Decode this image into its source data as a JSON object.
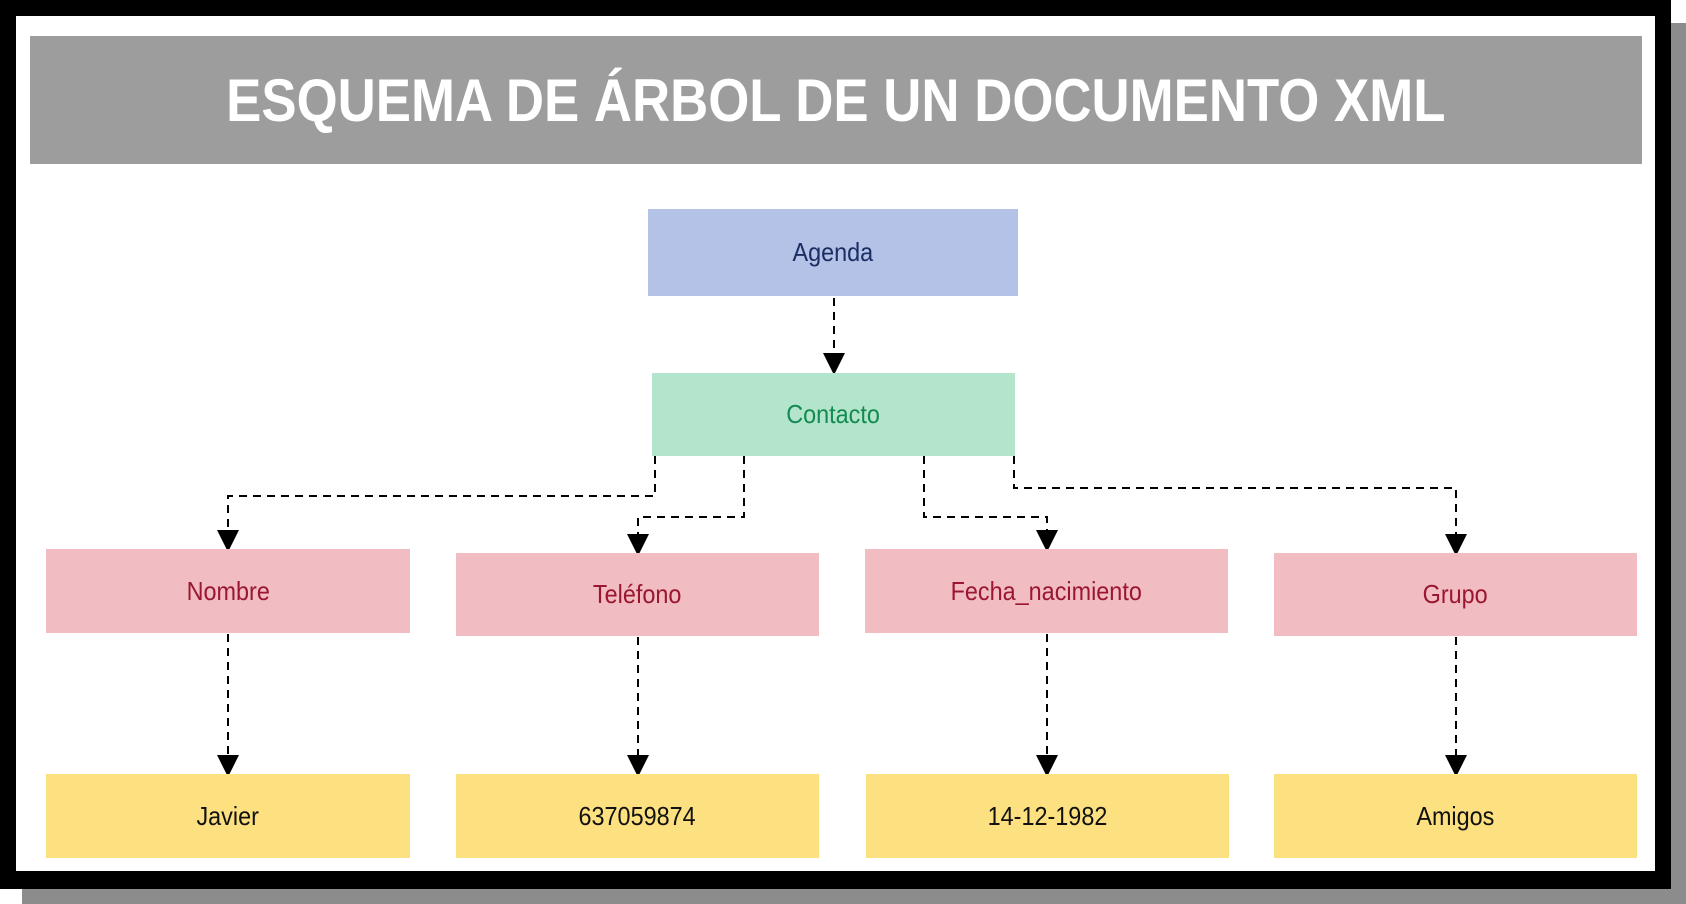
{
  "title": "ESQUEMA DE ÁRBOL DE UN DOCUMENTO XML",
  "colors": {
    "title_bg": "#9e9d9d",
    "root_fill": "#b3c2e6",
    "root_text": "#1a2e63",
    "element_fill": "#b3e5cd",
    "element_text": "#138a52",
    "child_fill": "#f1bcc2",
    "child_text": "#9b1630",
    "value_fill": "#fde07f",
    "value_text": "#111111"
  },
  "root": {
    "label": "Agenda"
  },
  "element": {
    "label": "Contacto"
  },
  "children": [
    {
      "label": "Nombre",
      "value": "Javier"
    },
    {
      "label": "Teléfono",
      "value": "637059874"
    },
    {
      "label": "Fecha_nacimiento",
      "value": "14-12-1982"
    },
    {
      "label": "Grupo",
      "value": "Amigos"
    }
  ]
}
